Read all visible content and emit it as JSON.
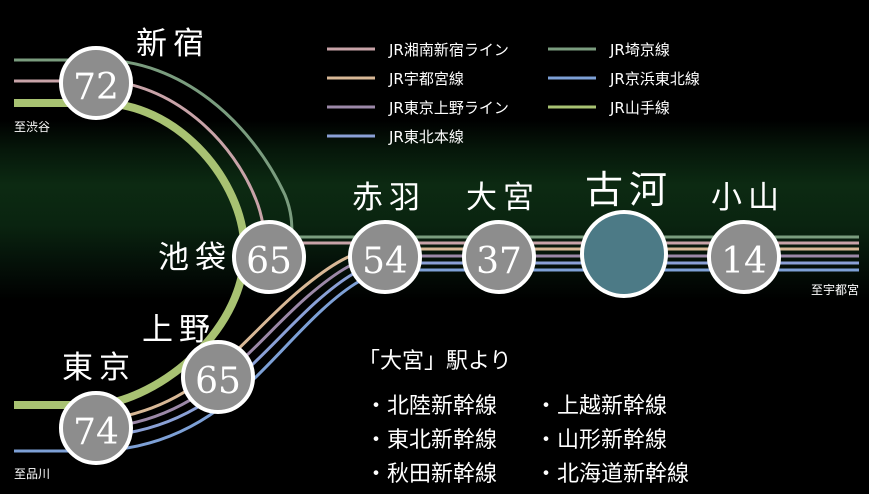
{
  "colors": {
    "shonan_shinjuku": "#c8a3a8",
    "utsunomiya": "#d8b896",
    "tokyo_ueno": "#9c88a8",
    "tohoku": "#8aa0d6",
    "saikyo": "#7a9c7e",
    "keihin_tohoku": "#7da0d6",
    "yamanote": "#a8c272",
    "station_fill": "#8d8d8d",
    "koga_fill": "#4c7a86"
  },
  "legend": {
    "items": [
      {
        "label": "JR湘南新宿ライン",
        "color": "#c8a3a8"
      },
      {
        "label": "JR宇都宮線",
        "color": "#d8b896"
      },
      {
        "label": "JR東京上野ライン",
        "color": "#9c88a8"
      },
      {
        "label": "JR東北本線",
        "color": "#8aa0d6"
      },
      {
        "label": "JR埼京線",
        "color": "#7a9c7e"
      },
      {
        "label": "JR京浜東北線",
        "color": "#7da0d6"
      },
      {
        "label": "JR山手線",
        "color": "#a8c272"
      }
    ]
  },
  "stations": {
    "shinjuku": {
      "name": "新宿",
      "minutes": "72"
    },
    "ikebukuro": {
      "name": "池袋",
      "minutes": "65"
    },
    "ueno": {
      "name": "上野",
      "minutes": "65"
    },
    "tokyo": {
      "name": "東京",
      "minutes": "74"
    },
    "akabane": {
      "name": "赤羽",
      "minutes": "54"
    },
    "omiya": {
      "name": "大宮",
      "minutes": "37"
    },
    "koga": {
      "name": "古河",
      "minutes": ""
    },
    "oyama": {
      "name": "小山",
      "minutes": "14"
    }
  },
  "directions": {
    "shibuya": "至渋谷",
    "shinagawa": "至品川",
    "utsunomiya": "至宇都宮"
  },
  "shinkansen": {
    "title": "「大宮」駅より",
    "lines": [
      "・北陸新幹線",
      "・上越新幹線",
      "・東北新幹線",
      "・山形新幹線",
      "・秋田新幹線",
      "・北海道新幹線"
    ]
  }
}
